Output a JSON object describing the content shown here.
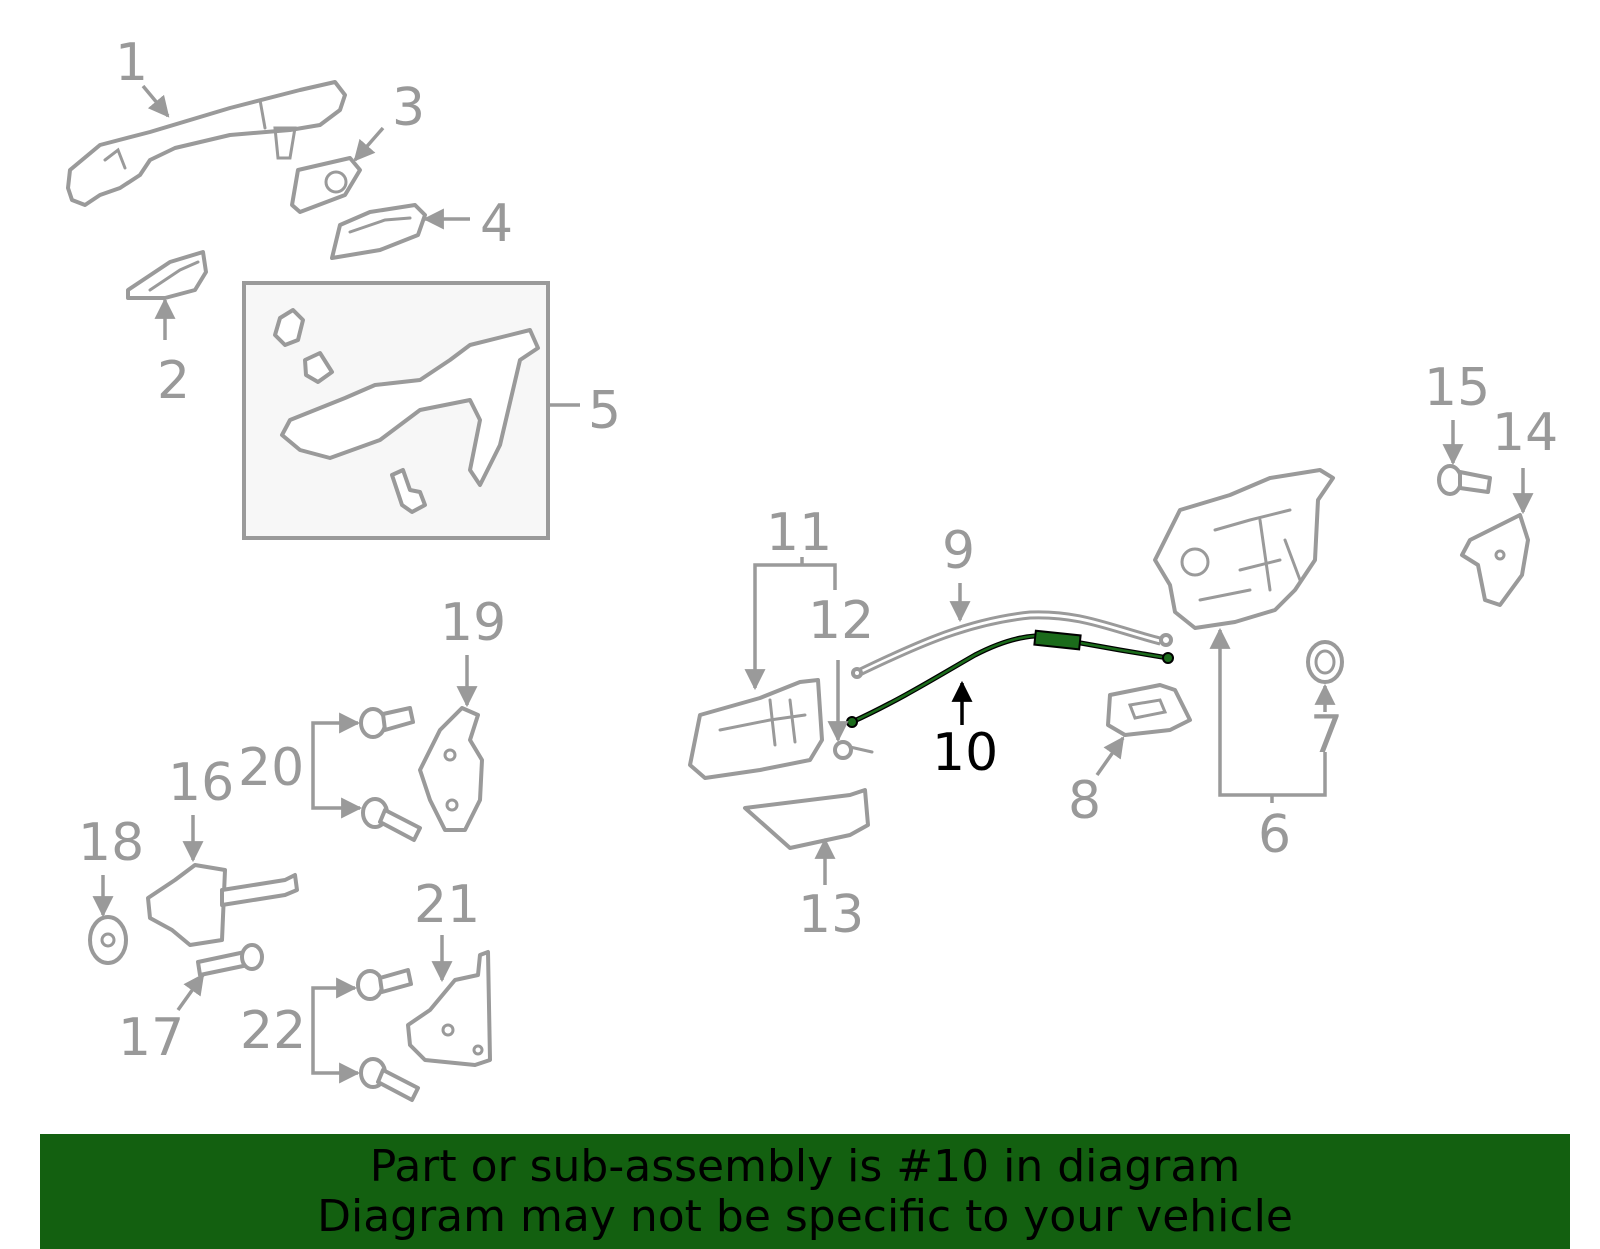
{
  "colors": {
    "part_outline": "#9a9a9a",
    "callout_text": "#999999",
    "highlight_part": "#1b6b1b",
    "highlight_callout": "#000000",
    "banner_bg": "#136010",
    "banner_text": "#000000"
  },
  "highlighted_part": "10",
  "callouts": [
    "1",
    "2",
    "3",
    "4",
    "5",
    "6",
    "7",
    "8",
    "9",
    "10",
    "11",
    "12",
    "13",
    "14",
    "15",
    "16",
    "17",
    "18",
    "19",
    "20",
    "21",
    "22"
  ],
  "banner": {
    "line1": "Part or sub-assembly is #10 in diagram",
    "line2": "Diagram may not be specific to your vehicle"
  }
}
